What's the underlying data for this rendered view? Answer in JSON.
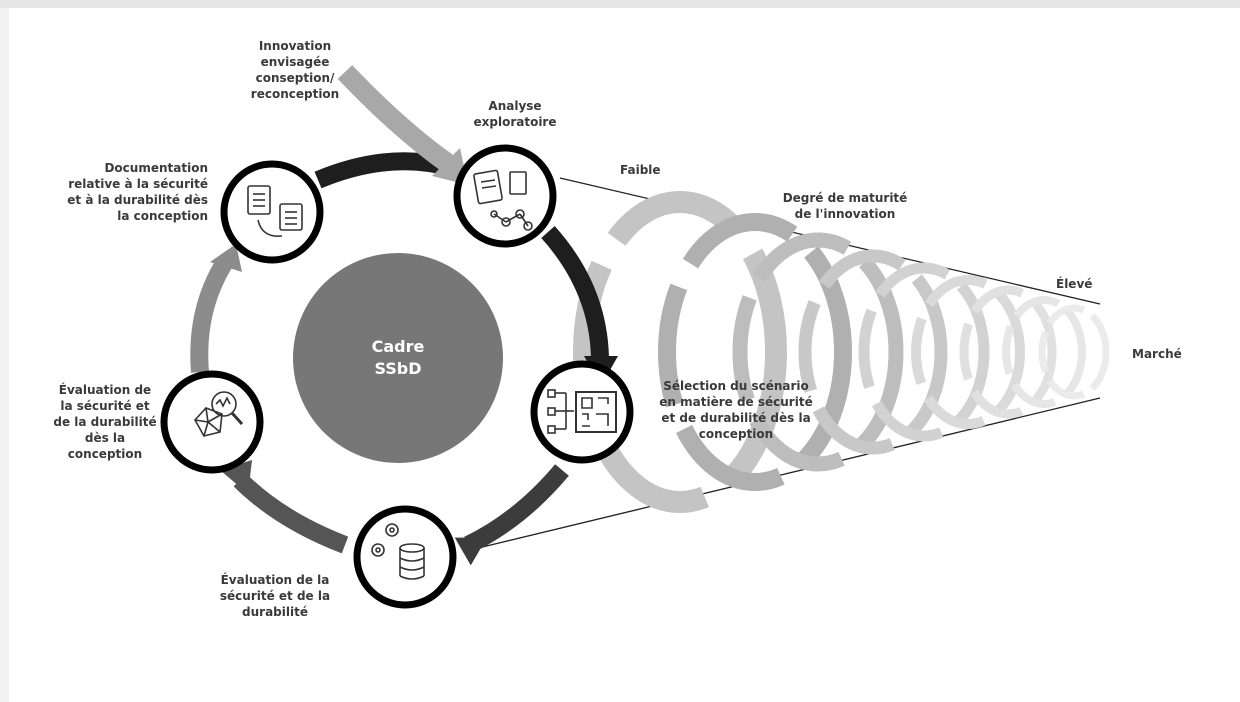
{
  "center": {
    "label": "Cadre\nSSbD"
  },
  "input": {
    "label": "Innovation\nenvisagée\nconseption/\nreconception"
  },
  "steps": [
    {
      "label": "Analyse\nexploratoire",
      "icon": "documents-network-icon"
    },
    {
      "label": "Sélection du scénario\nen matière de sécurité\net de durabilité dès la\nconception",
      "icon": "flowchart-qr-icon"
    },
    {
      "label": "Évaluation de la\nsécurité et de la\ndurabilité",
      "icon": "gears-database-icon"
    },
    {
      "label": "Évaluation de\nla sécurité et\nde la durabilité\ndès la\nconception",
      "icon": "radar-chart-magnifier-icon"
    },
    {
      "label": "Documentation\nrelative à la sécurité\net à la durabilité dès\nla conception",
      "icon": "clipboards-icon"
    }
  ],
  "maturity": {
    "title": "Degré de maturité\nde l'innovation",
    "low": "Faible",
    "high": "Élevé",
    "end": "Marché"
  },
  "colors": {
    "center_fill": "#777777",
    "dark_arrow": "#1e1e1e",
    "mid_arrow": "#555555",
    "light_arrow": "#8c8c8c",
    "node_border": "#000000"
  }
}
